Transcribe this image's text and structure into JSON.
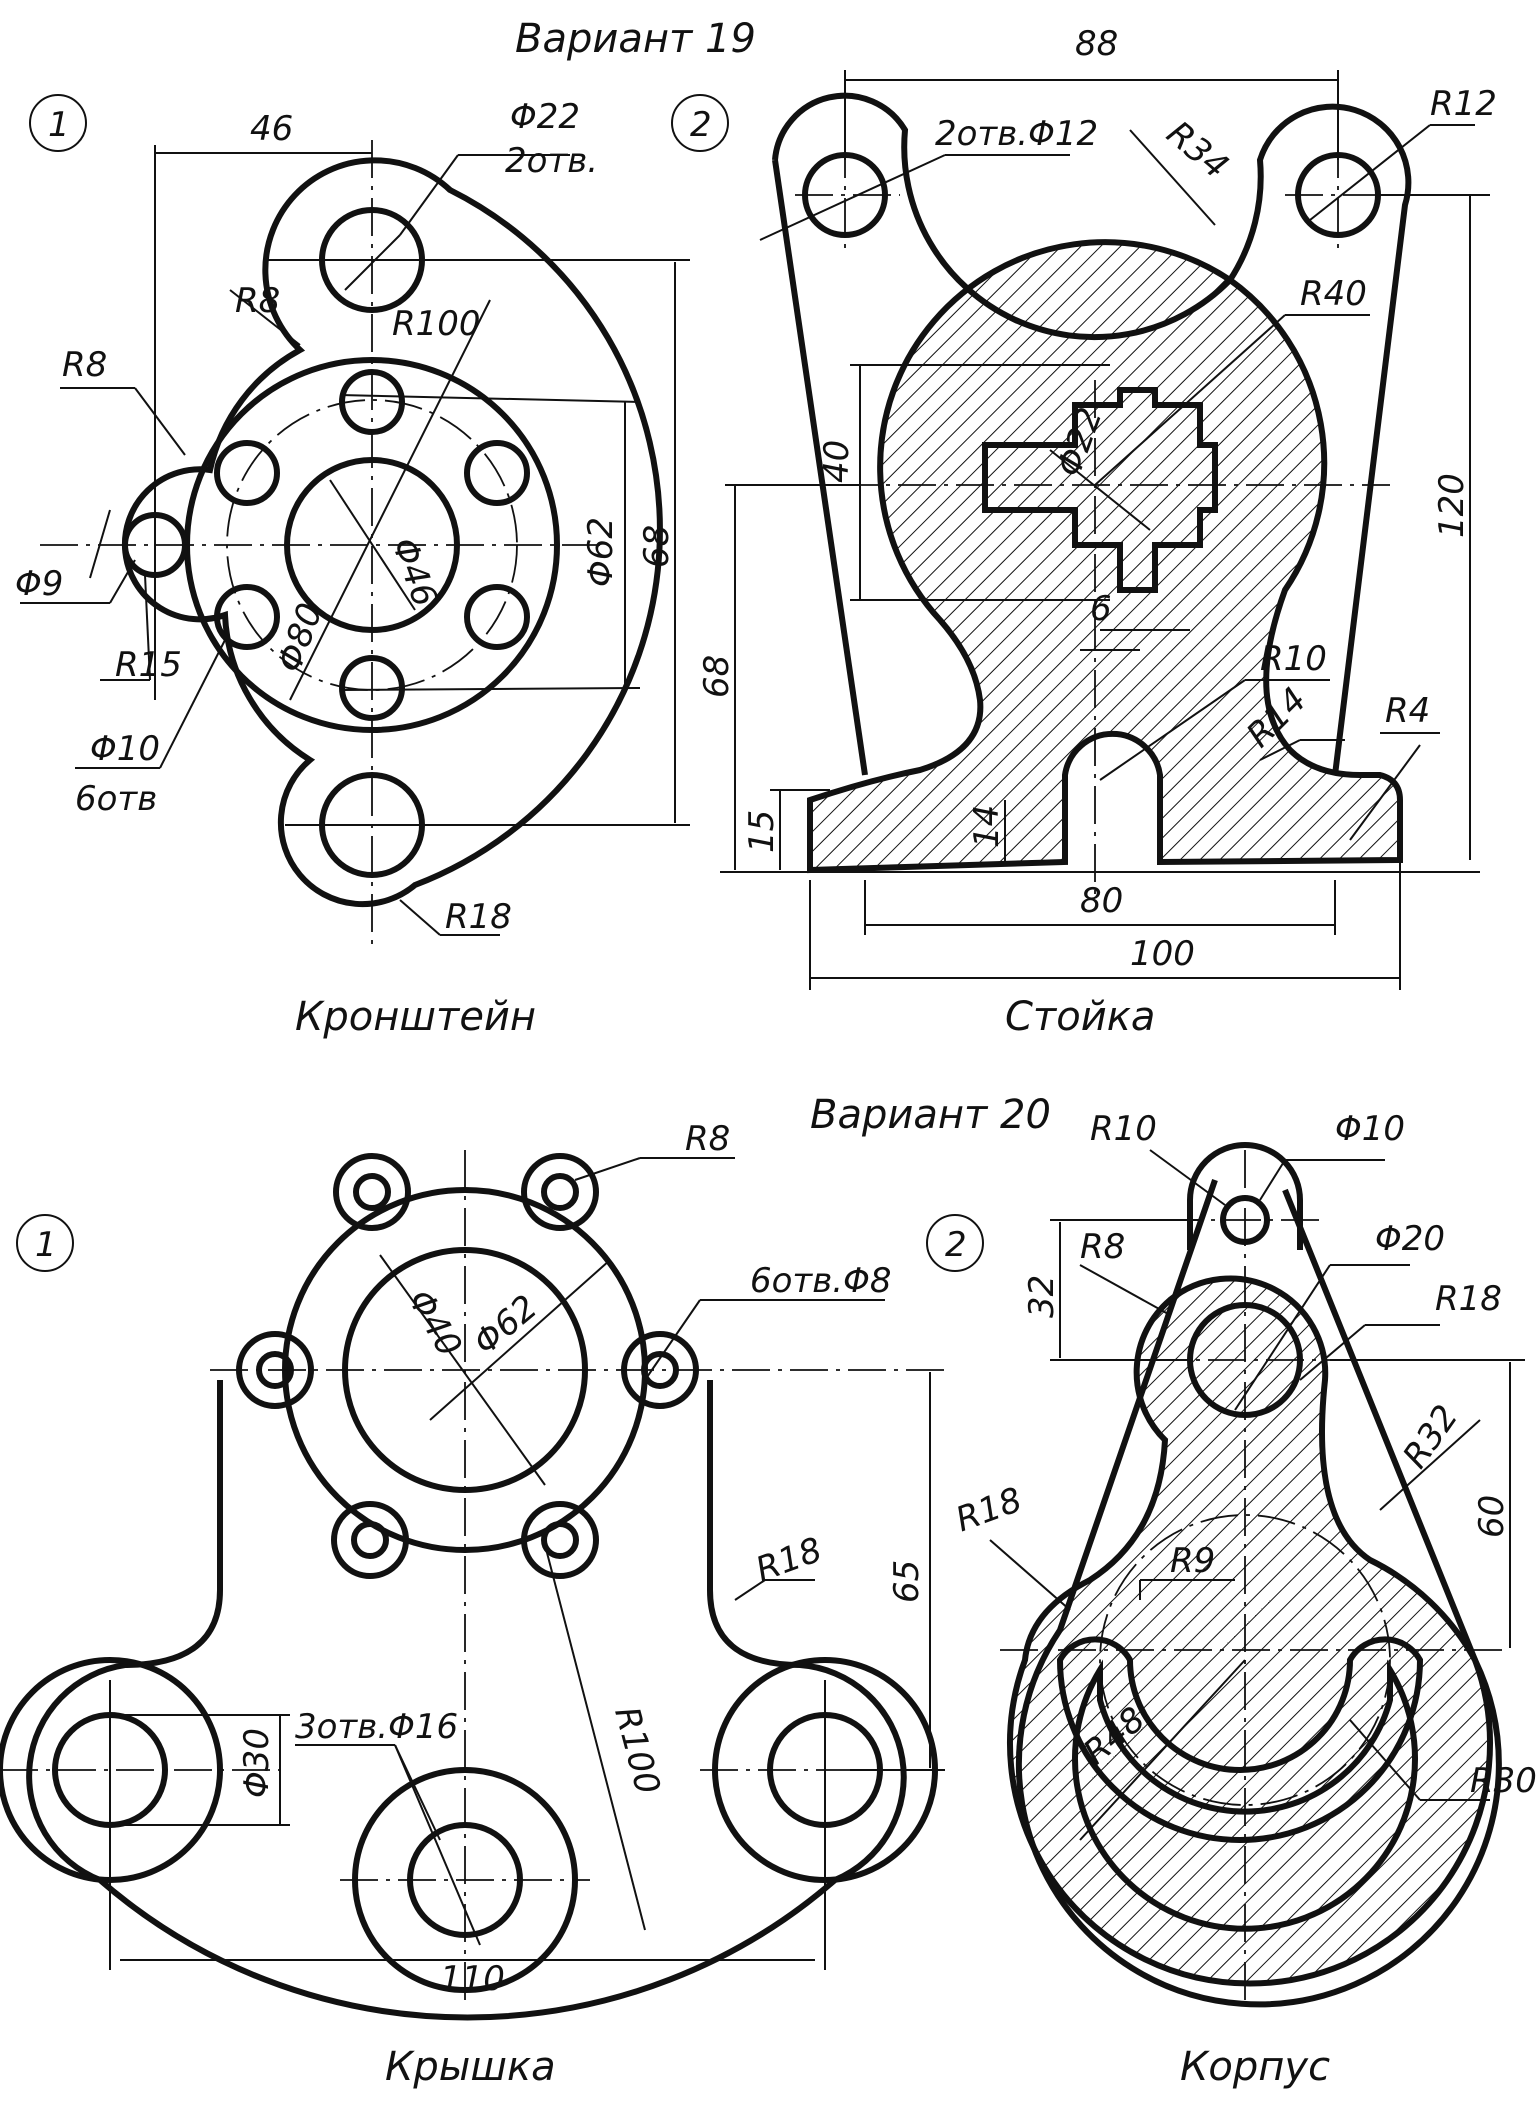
{
  "colors": {
    "ink": "#111111",
    "paper": "#ffffff"
  },
  "variant19": {
    "title": "Вариант 19",
    "part1": {
      "number": "1",
      "name": "Кронштейн",
      "dims": {
        "d46": "46",
        "phi22": "Φ22",
        "holes2": "2отв.",
        "r8_top": "R8",
        "r100": "R100",
        "r8_left": "R8",
        "phi9": "Φ9",
        "r15": "R15",
        "phi46": "Φ46",
        "phi62": "Φ62",
        "phi80": "Φ80",
        "d68": "68",
        "phi10": "Φ10",
        "holes6": "6отв",
        "r18": "R18"
      }
    },
    "part2": {
      "number": "2",
      "name": "Стойка",
      "dims": {
        "d88": "88",
        "holes12": "2отв.Φ12",
        "r34": "R34",
        "r12": "R12",
        "r40": "R40",
        "phi22": "Φ22",
        "d40": "40",
        "d120": "120",
        "d6": "6",
        "d68": "68",
        "r10": "R10",
        "r14": "R14",
        "r4": "R4",
        "d15": "15",
        "d14": "14",
        "d80": "80",
        "d100": "100"
      }
    }
  },
  "variant20": {
    "title": "Вариант 20",
    "part1": {
      "number": "1",
      "name": "Крышка",
      "dims": {
        "r8": "R8",
        "holes8": "6отв.Φ8",
        "phi40": "Φ40",
        "phi62": "Φ62",
        "r18": "R18",
        "d65": "65",
        "phi30": "Φ30",
        "holes16": "3отв.Φ16",
        "r100": "R100",
        "d110": "110"
      }
    },
    "part2": {
      "number": "2",
      "name": "Корпус",
      "dims": {
        "r10": "R10",
        "phi10": "Φ10",
        "d32": "32",
        "r8": "R8",
        "phi20": "Φ20",
        "r18_top": "R18",
        "r32": "R32",
        "d60": "60",
        "r18_left": "R18",
        "r9": "R9",
        "r48": "R48",
        "r30": "R30"
      }
    }
  }
}
